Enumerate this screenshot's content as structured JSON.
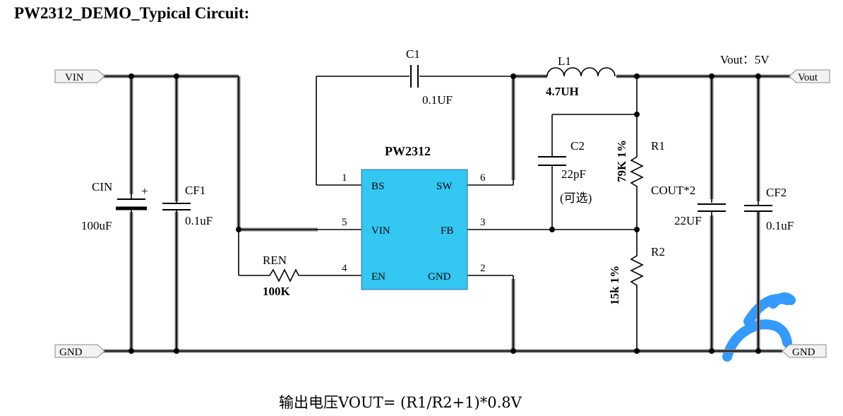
{
  "title": "PW2312_DEMO_Typical Circuit:",
  "ic": {
    "name": "PW2312",
    "color": "#33c7f2",
    "pins": [
      {
        "num": "1",
        "name": "BS"
      },
      {
        "num": "5",
        "name": "VIN"
      },
      {
        "num": "4",
        "name": "EN"
      },
      {
        "num": "6",
        "name": "SW"
      },
      {
        "num": "3",
        "name": "FB"
      },
      {
        "num": "2",
        "name": "GND"
      }
    ]
  },
  "ports": {
    "vin_left": "VIN",
    "gnd_left": "GND",
    "vout_right": "Vout",
    "gnd_right": "GND"
  },
  "vout_label": "Vout：5V",
  "components": {
    "cin": {
      "name": "CIN",
      "value": "100uF",
      "polarity": "+"
    },
    "cf1": {
      "name": "CF1",
      "value": "0.1uF"
    },
    "c1": {
      "name": "C1",
      "value": "0.1UF"
    },
    "l1": {
      "name": "L1",
      "value": "4.7UH"
    },
    "c2": {
      "name": "C2",
      "value": "22pF",
      "note": "(可选)"
    },
    "r1": {
      "name": "R1",
      "value": "79K 1%"
    },
    "r2": {
      "name": "R2",
      "value": "15k 1%"
    },
    "ren": {
      "name": "REN",
      "value": "100K"
    },
    "cout": {
      "name": "COUT*2",
      "value": "22UF"
    },
    "cf2": {
      "name": "CF2",
      "value": "0.1uF"
    }
  },
  "formula": "输出电压VOUT= (R1/R2+1)*0.8V",
  "colors": {
    "wire": "#000000",
    "bus": "#7f7f7f",
    "ic_fill": "#33c7f2",
    "watermark": "#1e90ff"
  }
}
